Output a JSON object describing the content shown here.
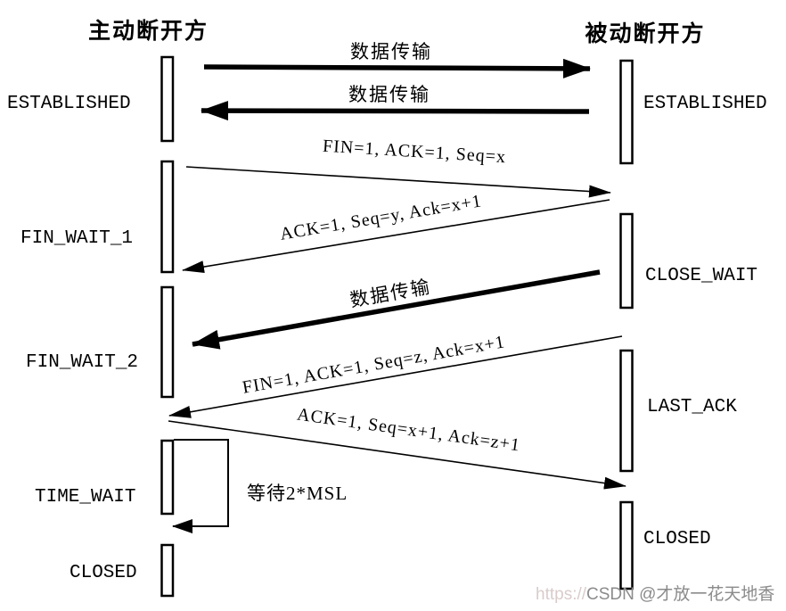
{
  "titles": {
    "left": "主动断开方",
    "right": "被动断开方"
  },
  "states": {
    "left": [
      {
        "label": "ESTABLISHED"
      },
      {
        "label": "FIN_WAIT_1"
      },
      {
        "label": "FIN_WAIT_2"
      },
      {
        "label": "TIME_WAIT"
      },
      {
        "label": "CLOSED"
      }
    ],
    "right": [
      {
        "label": "ESTABLISHED"
      },
      {
        "label": "CLOSE_WAIT"
      },
      {
        "label": "LAST_ACK"
      },
      {
        "label": "CLOSED"
      }
    ]
  },
  "messages": {
    "data1": "数据传输",
    "data2": "数据传输",
    "fin1": "FIN=1, ACK=1, Seq=x",
    "ack1": "ACK=1, Seq=y, Ack=x+1",
    "data3": "数据传输",
    "fin2": "FIN=1, ACK=1, Seq=z, Ack=x+1",
    "ack2": "ACK=1, Seq=x+1, Ack=z+1",
    "wait": "等待2*MSL"
  },
  "watermark": {
    "prefix": "https://",
    "text": "CSDN @才放一花天地香"
  },
  "colors": {
    "ink": "#000000",
    "watermark_light": "#d9cccb",
    "watermark_main": "#8b8b8b"
  }
}
